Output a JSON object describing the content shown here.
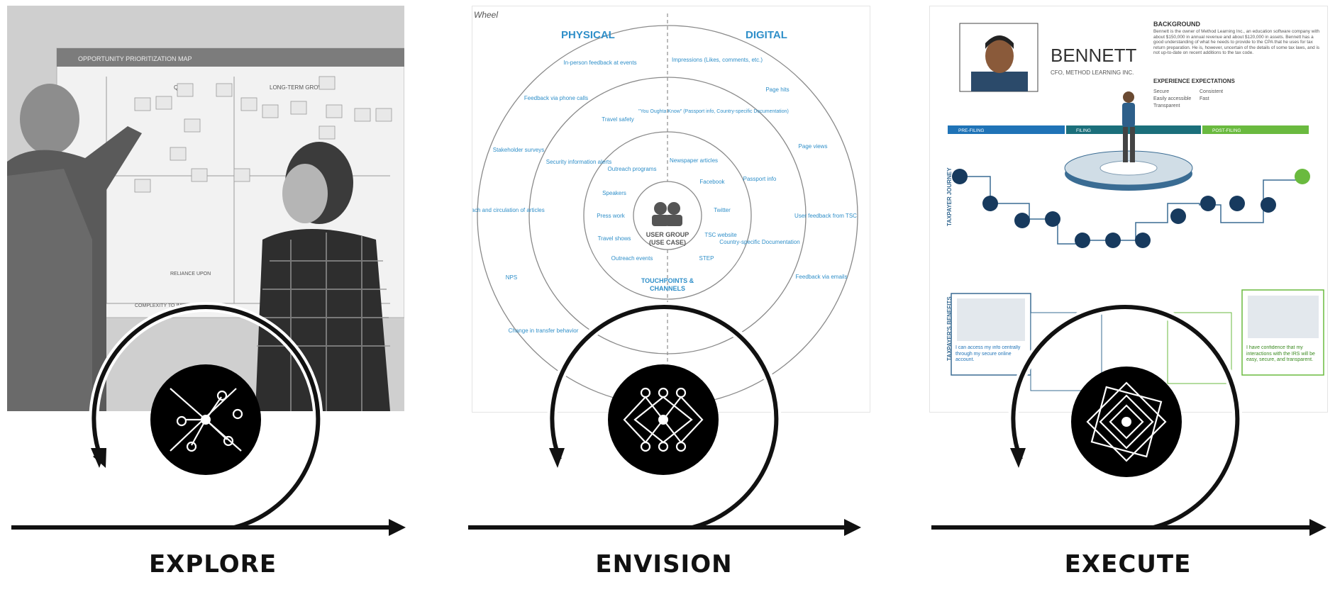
{
  "stages": [
    {
      "label": "EXPLORE",
      "icon": "network-icon"
    },
    {
      "label": "ENVISION",
      "icon": "branching-grid-icon"
    },
    {
      "label": "EXECUTE",
      "icon": "nested-diamonds-icon"
    }
  ],
  "explore_photo": {
    "board_title": "OPPORTUNITY PRIORITIZATION MAP",
    "col1": "QUICK",
    "col2": "LONG-TERM GROWTH",
    "bottom_axis": "COMPLEXITY TO IMPLEMENT",
    "bottom_mid": "RELIANCE UPON",
    "icon": "photo-icon"
  },
  "wheel": {
    "title": "Wheel",
    "left_heading": "PHYSICAL",
    "right_heading": "DIGITAL",
    "center_line1": "USER GROUP",
    "center_line2": "(USE CASE)",
    "bottom_line1": "TOUCHPOINTS &",
    "bottom_line2": "CHANNELS",
    "outer_left": [
      "In-person feedback at events",
      "Feedback via phone calls",
      "Stakeholder surveys",
      "Reach and circulation of articles",
      "NPS",
      "Change in transfer behavior"
    ],
    "outer_right": [
      "Impressions (Likes, comments, etc.)",
      "Page hits",
      "Page views",
      "User feedback from TSC",
      "Feedback via emails"
    ],
    "mid_left": [
      "Travel safety",
      "Security information alerts"
    ],
    "mid_right": [
      "\"You Oughta Know\" (Passport info, Country-specific Documentation)",
      "Passport info",
      "Country-specific Documentation"
    ],
    "inner_left": [
      "Outreach programs",
      "Speakers",
      "Press work",
      "Travel shows",
      "Outreach events"
    ],
    "inner_right": [
      "Newspaper articles",
      "Facebook",
      "Twitter",
      "TSC website",
      "STEP"
    ]
  },
  "persona": {
    "name": "BENNETT",
    "role": "CFO, METHOD LEARNING INC.",
    "background_heading": "BACKGROUND",
    "background_text": "Bennett is the owner of Method Learning Inc., an education software company with about $150,000 in annual revenue and about $120,000 in assets. Bennett has a good understanding of what he needs to provide to the CPA that he uses for tax return preparation. He is, however, uncertain of the details of some tax laws, and is not up-to-date on recent additions to the tax code.",
    "expectations_heading": "EXPERIENCE EXPECTATIONS",
    "expectations": [
      "Secure",
      "Consistent",
      "Easily accessible",
      "Fast",
      "Transparent"
    ],
    "phases": [
      "PRE-FILING",
      "FILING",
      "POST-FILING"
    ],
    "journey_label": "TAXPAYER JOURNEY",
    "benefits_label": "TAXPAYER'S BENEFITS",
    "benefit_left": "I can access my info centrally through my secure online account.",
    "benefit_right": "I have confidence that my interactions with the IRS will be easy, secure, and transparent."
  },
  "colors": {
    "ink": "#111111",
    "wheel_blue": "#2f8fc9",
    "phase_blue": "#1f73b7",
    "phase_teal": "#1b6f7b",
    "phase_green": "#6aba3f",
    "navy": "#173a5e"
  }
}
